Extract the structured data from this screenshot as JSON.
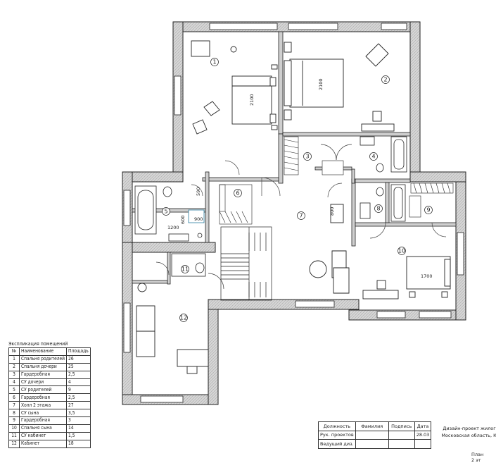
{
  "plan": {
    "room_numbers": [
      "1",
      "2",
      "3",
      "4",
      "5",
      "6",
      "7",
      "8",
      "9",
      "10",
      "11",
      "12"
    ],
    "dimensions": {
      "bed_parents": "2100",
      "bed_daughter": "2100",
      "bed_son": "1700",
      "bath_parents_vanity": "590",
      "shower_width": "900",
      "shower_depth": "600",
      "bath_parents_width": "1200",
      "hall_passage": "800"
    }
  },
  "explication": {
    "title": "Экспликация помещений",
    "headers": [
      "№",
      "Наименование",
      "Площадь"
    ],
    "rows": [
      [
        "1",
        "Спальня родителей",
        "26"
      ],
      [
        "2",
        "Спальня дочери",
        "25"
      ],
      [
        "3",
        "Гардеробная",
        "2,5"
      ],
      [
        "4",
        "СУ дочери",
        "4"
      ],
      [
        "5",
        "СУ родителей",
        "9"
      ],
      [
        "6",
        "Гардеробная",
        "2,5"
      ],
      [
        "7",
        "Холл 2 этажа",
        "27"
      ],
      [
        "8",
        "СУ сына",
        "3,5"
      ],
      [
        "9",
        "Гардеробная",
        "3"
      ],
      [
        "10",
        "Спальня сына",
        "14"
      ],
      [
        "11",
        "СУ кабинет",
        "1,5"
      ],
      [
        "12",
        "Кабинет",
        "18"
      ]
    ]
  },
  "stamp": {
    "headers": [
      "Должность",
      "Фамилия",
      "Подпись",
      "Дата"
    ],
    "row1": [
      "Рук. проектов",
      "",
      "",
      "28.03"
    ],
    "row2": [
      "Ведущий диз.",
      "",
      "",
      ""
    ],
    "project_line1": "Дизайн-проект жилого",
    "project_line2": "Московская область, КП",
    "sheet": "План 2 эт"
  }
}
